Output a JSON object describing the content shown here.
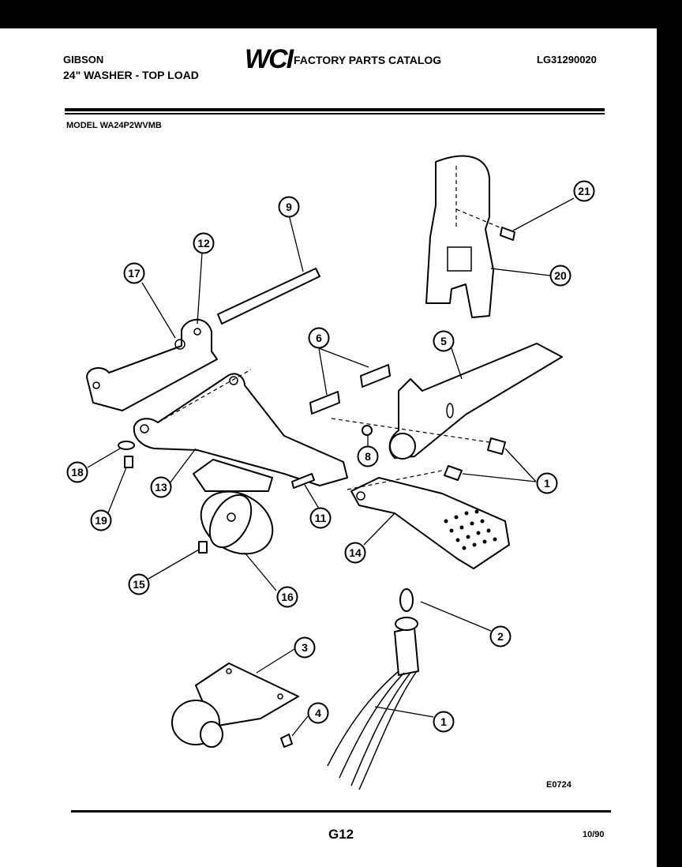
{
  "header": {
    "brand": "GIBSON",
    "product": "24\" WASHER - TOP LOAD",
    "logo_text": "WCI",
    "catalog_title": "FACTORY PARTS CATALOG",
    "catalog_number": "LG31290020",
    "model_line": "MODEL WA24P2WVMB"
  },
  "diagram": {
    "callouts": [
      "21",
      "9",
      "12",
      "17",
      "20",
      "6",
      "5",
      "8",
      "1",
      "18",
      "13",
      "11",
      "19",
      "14",
      "15",
      "16",
      "2",
      "3",
      "4",
      "1"
    ],
    "figure_code": "E0724"
  },
  "footer": {
    "page_code": "G12",
    "date": "10/90"
  }
}
